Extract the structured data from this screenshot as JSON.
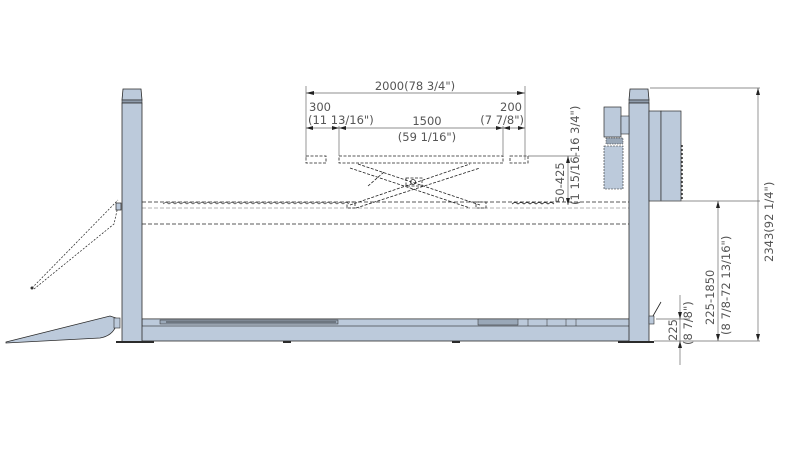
{
  "drawing": {
    "title": "Four-post lift with scissor jack — side elevation",
    "colors": {
      "steel": "#bccadb",
      "steel_dark": "#8e9bab",
      "outline": "#2b2b2b",
      "dim_line": "#6a6a6a",
      "dim_text": "#555555",
      "background": "#ffffff"
    },
    "dimensions": {
      "jack_overall": "2000(78 3/4\")",
      "jack_left_ext_mm": "300",
      "jack_left_ext_in": "(11 13/16\")",
      "jack_center_mm": "1500",
      "jack_center_in": "(59 1/16\")",
      "jack_right_ext_mm": "200",
      "jack_right_ext_in": "(7 7/8\")",
      "jack_lift_range": "50-425",
      "jack_lift_range_in": "(1 15/16-16 3/4\")",
      "min_height_mm": "225",
      "min_height_in": "(8 7/8\")",
      "runway_range_mm": "225-1850",
      "runway_range_in": "(8 7/8-72 13/16\")",
      "overall_height": "2343(92 1/4\")"
    },
    "components": {
      "left_post": "left-post",
      "right_post": "right-post",
      "power_unit": "hydraulic-power-unit",
      "runway": "runway",
      "scissor_jack": "scissor-jack",
      "approach_ramp": "approach-ramp",
      "raised_ramp": "raised-ramp-outline"
    }
  }
}
